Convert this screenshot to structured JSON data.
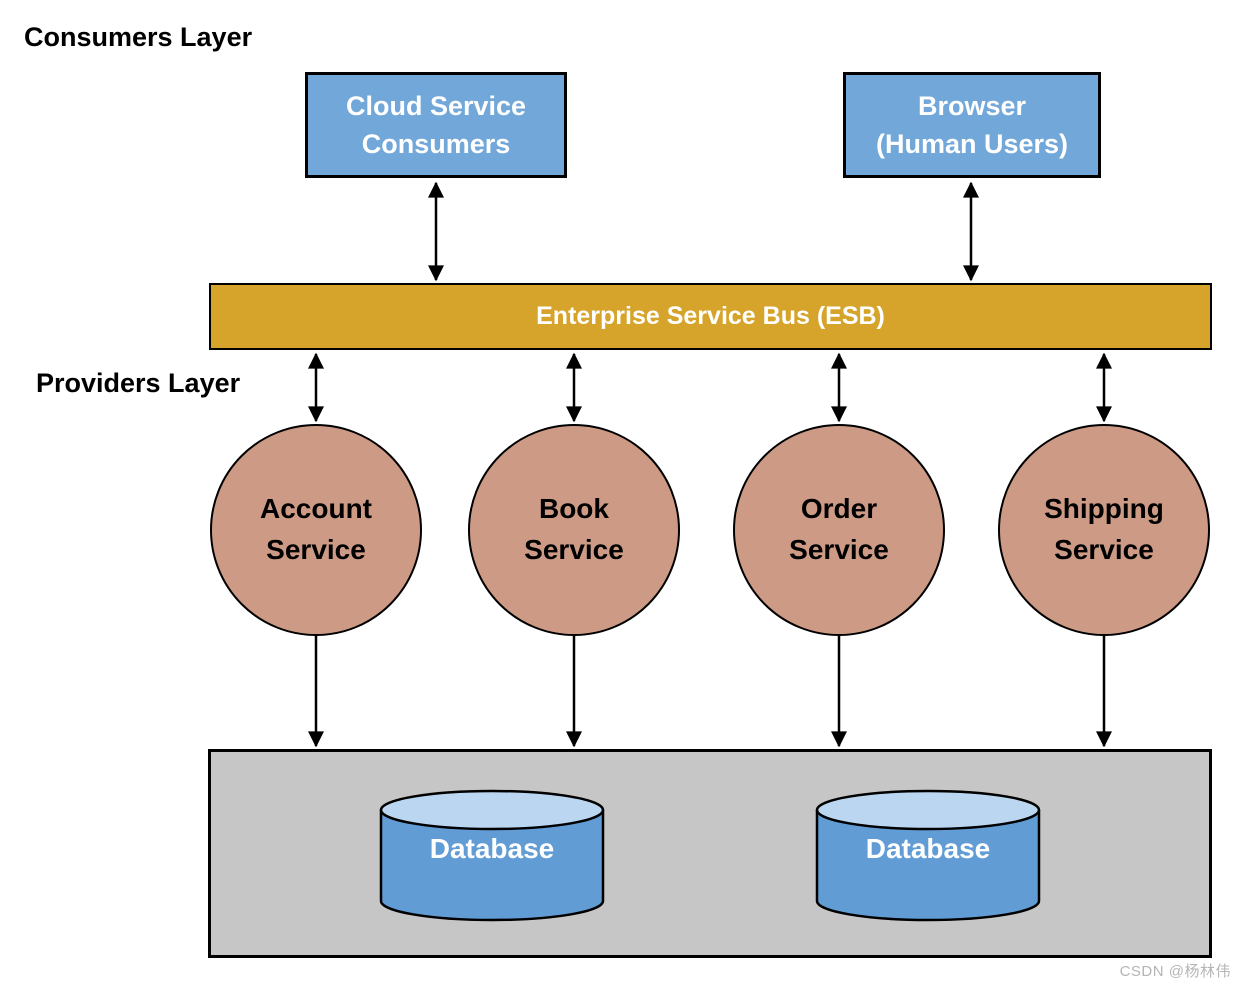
{
  "layers": {
    "consumers_label": "Consumers Layer",
    "providers_label": "Providers Layer"
  },
  "consumers": [
    {
      "label": "Cloud Service\nConsumers"
    },
    {
      "label": "Browser\n(Human Users)"
    }
  ],
  "esb": {
    "label": "Enterprise Service Bus (ESB)"
  },
  "services": [
    {
      "label": "Account\nService"
    },
    {
      "label": "Book\nService"
    },
    {
      "label": "Order\nService"
    },
    {
      "label": "Shipping\nService"
    }
  ],
  "databases": [
    {
      "label": "Database"
    },
    {
      "label": "Database"
    }
  ],
  "watermark": "CSDN @杨林伟",
  "colors": {
    "consumer_box": "#72A7DA",
    "esb_bar": "#D6A42B",
    "service_circle": "#CD9A85",
    "provider_container": "#C7C6C6",
    "database_body": "#619CD5",
    "database_top": "#BAD6F0",
    "outline": "#000000",
    "watermark_text": "#B5B5B5"
  }
}
